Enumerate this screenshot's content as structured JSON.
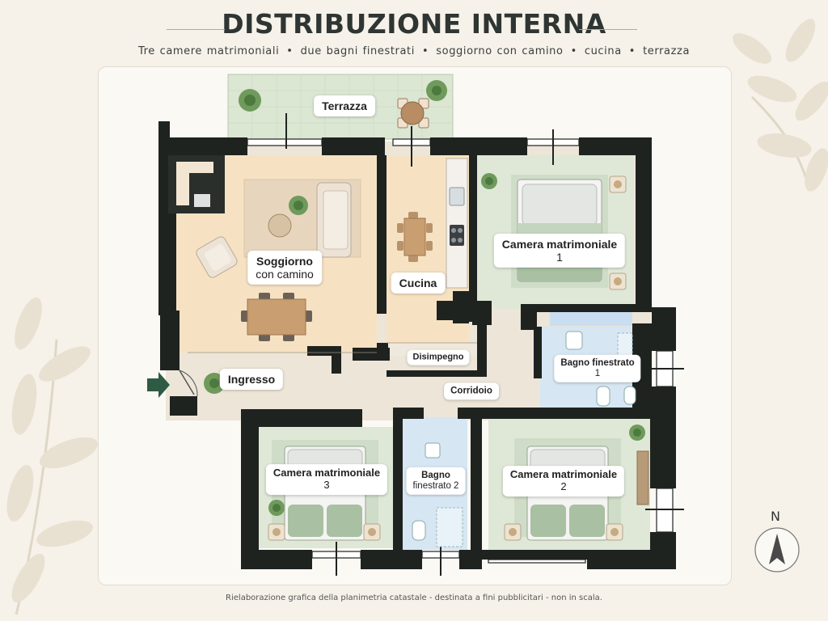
{
  "header": {
    "title": "DISTRIBUZIONE INTERNA",
    "features": [
      "Tre camere matrimoniali",
      "due bagni finestrati",
      "soggiorno con camino",
      "cucina",
      "terrazza"
    ],
    "separator": "•"
  },
  "rooms": {
    "terrazza": {
      "label": "Terrazza"
    },
    "soggiorno": {
      "label": "Soggiorno",
      "label2": "con camino"
    },
    "cucina": {
      "label": "Cucina"
    },
    "camera1": {
      "label": "Camera matrimoniale",
      "label2": "1"
    },
    "disimpegno": {
      "label": "Disimpegno"
    },
    "bagno1": {
      "label": "Bagno finestrato",
      "label2": "1"
    },
    "ingresso": {
      "label": "Ingresso"
    },
    "corridoio": {
      "label": "Corridoio"
    },
    "camera3": {
      "label": "Camera matrimoniale",
      "label2": "3"
    },
    "bagno2": {
      "label": "Bagno",
      "label2": "finestrato 2"
    },
    "camera2": {
      "label": "Camera matrimoniale",
      "label2": "2"
    }
  },
  "compass": {
    "label": "N"
  },
  "footer": {
    "note": "Rielaborazione grafica della planimetria catastale - destinata a fini pubblicitari - non in scala."
  },
  "colors": {
    "wall": "#1f2320",
    "living": "#f6e2c3",
    "bedroom": "#dfe8d6",
    "bathroom": "#d6e6f2",
    "hall": "#ece5d8",
    "terrace": "#dbe6d3",
    "entry_arrow": "#2f5a43"
  }
}
